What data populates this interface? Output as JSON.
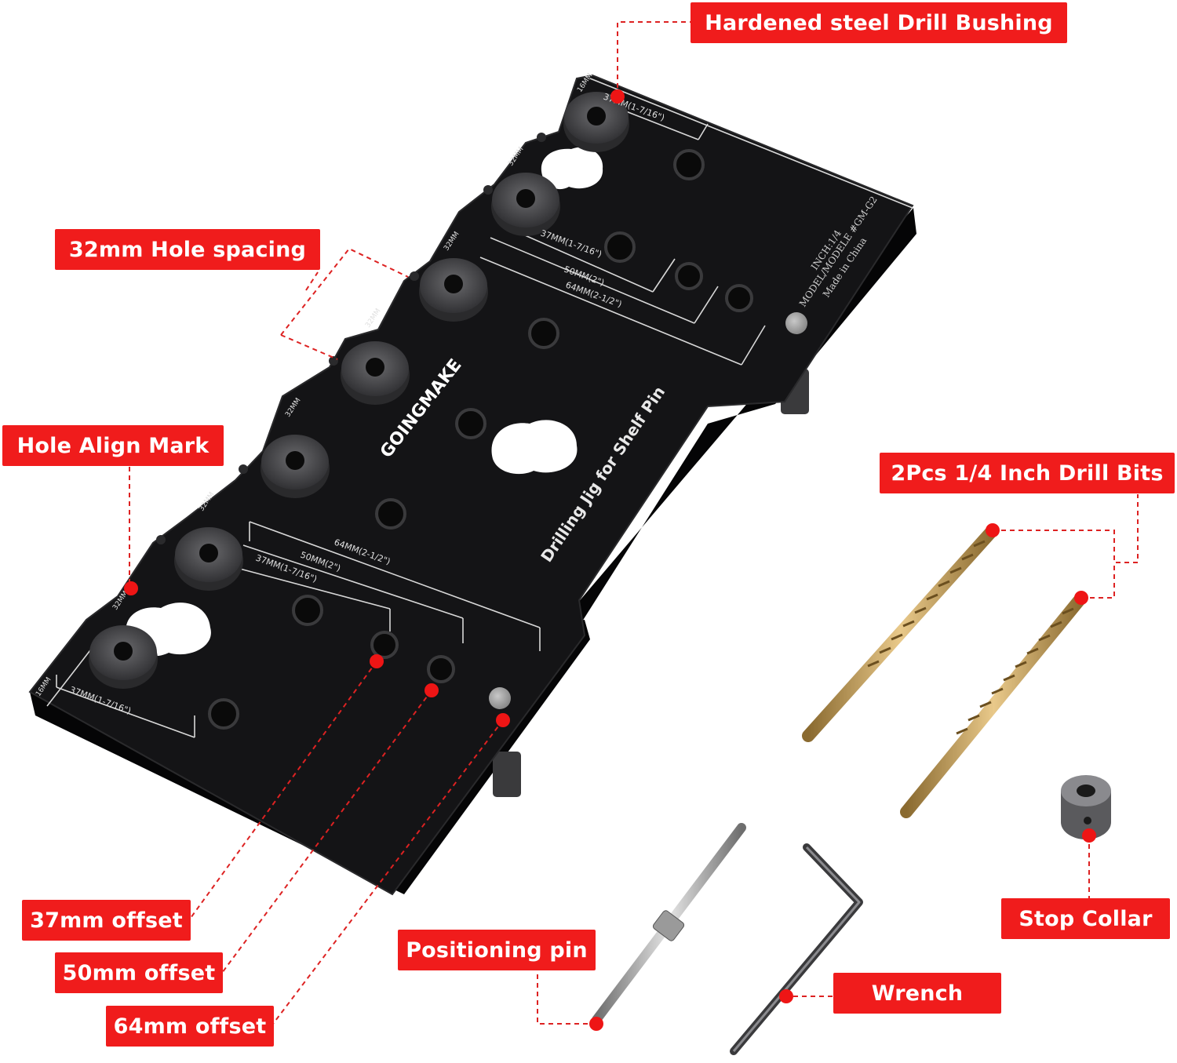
{
  "colors": {
    "label_bg": "#f01c1c",
    "label_text": "#ffffff",
    "dot": "#ee1515",
    "leader": "#dd2222",
    "jig_body": "#0f0f11",
    "bushing": "#4a4a4d",
    "scale_line": "#d8d8d8",
    "drill_gold": "#c49a52"
  },
  "callouts": {
    "bushing": "Hardened steel Drill Bushing",
    "spacing": "32mm Hole spacing",
    "align_mark": "Hole Align Mark",
    "drill_bits": "2Pcs 1/4 Inch Drill Bits",
    "offset_37": "37mm offset",
    "offset_50": "50mm offset",
    "offset_64": "64mm offset",
    "positioning_pin": "Positioning pin",
    "wrench": "Wrench",
    "stop_collar": "Stop Collar"
  },
  "jig": {
    "brand": "GOINGMAKE",
    "product": "Drilling Jig for Shelf Pin",
    "inch": "INCH:1/4",
    "model": "MODEL/MODELE #GM-G2",
    "origin": "Made in China",
    "mm_mark": "32MM",
    "edge_mark": "16MM",
    "dim_37": "37MM(1-7/16\")",
    "dim_50": "50MM(2\")",
    "dim_64": "64MM(2-1/2\")"
  }
}
